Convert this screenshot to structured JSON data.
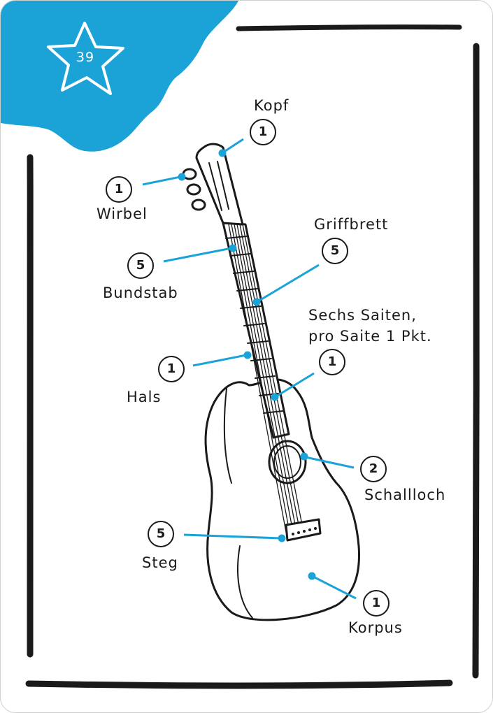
{
  "card": {
    "number": "39",
    "accent_color": "#1ba3d8",
    "line_color": "#1a1a1a"
  },
  "parts": {
    "kopf": {
      "label": "Kopf",
      "points": "1"
    },
    "wirbel": {
      "label": "Wirbel",
      "points": "1"
    },
    "griffbrett": {
      "label": "Griffbrett",
      "points": "5"
    },
    "bundstab": {
      "label": "Bundstab",
      "points": "5"
    },
    "saiten": {
      "label_line1": "Sechs Saiten,",
      "label_line2": "pro Saite 1 Pkt.",
      "points": "1"
    },
    "hals": {
      "label": "Hals",
      "points": "1"
    },
    "schallloch": {
      "label": "Schallloch",
      "points": "2"
    },
    "steg": {
      "label": "Steg",
      "points": "5"
    },
    "korpus": {
      "label": "Korpus",
      "points": "1"
    }
  },
  "icons": {
    "badge": "star-icon",
    "drawing": "guitar-icon"
  }
}
